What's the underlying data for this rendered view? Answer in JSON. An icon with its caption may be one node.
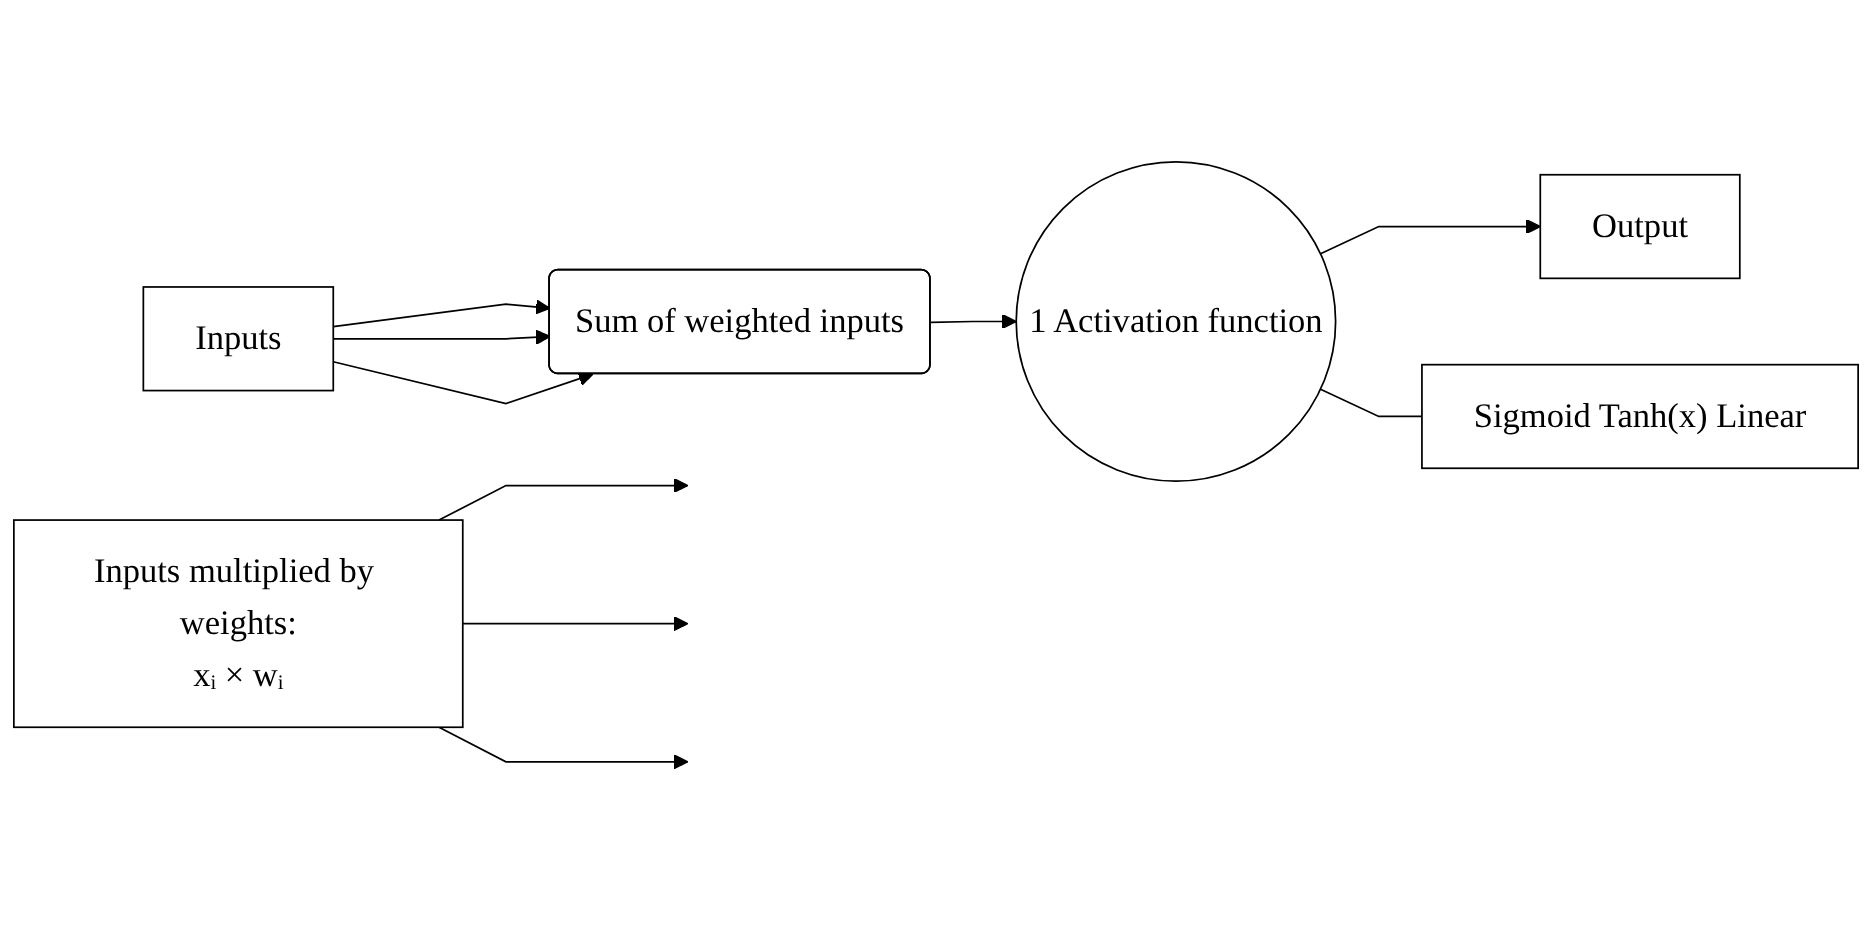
{
  "diagram": {
    "nodes": [
      {
        "text": [
          "Inputs"
        ]
      },
      {
        "text": [
          "Inputs multiplied by weights:",
          "xᵢ × wᵢ"
        ]
      },
      {
        "text": [
          "Sum of weighted inputs"
        ]
      },
      {
        "text": [
          "1 Activation function"
        ]
      },
      {
        "text": [
          "Output"
        ]
      },
      {
        "text": [
          "Sigmoid Tanh(x) Linear"
        ]
      }
    ],
    "edges": [
      {
        "from": 0,
        "to": 2,
        "arrow": "to"
      },
      {
        "from": 0,
        "to": 2,
        "arrow": "to"
      },
      {
        "from": 0,
        "to": 2,
        "arrow": "to"
      },
      {
        "from": 1,
        "to": null,
        "arrow": "to"
      },
      {
        "from": 1,
        "to": null,
        "arrow": "to"
      },
      {
        "from": 1,
        "to": null,
        "arrow": "to"
      },
      {
        "from": 2,
        "to": 3,
        "arrow": "to"
      },
      {
        "from": 3,
        "to": 4,
        "arrow": "to"
      },
      {
        "from": 3,
        "to": 5,
        "arrow": "none"
      }
    ]
  }
}
